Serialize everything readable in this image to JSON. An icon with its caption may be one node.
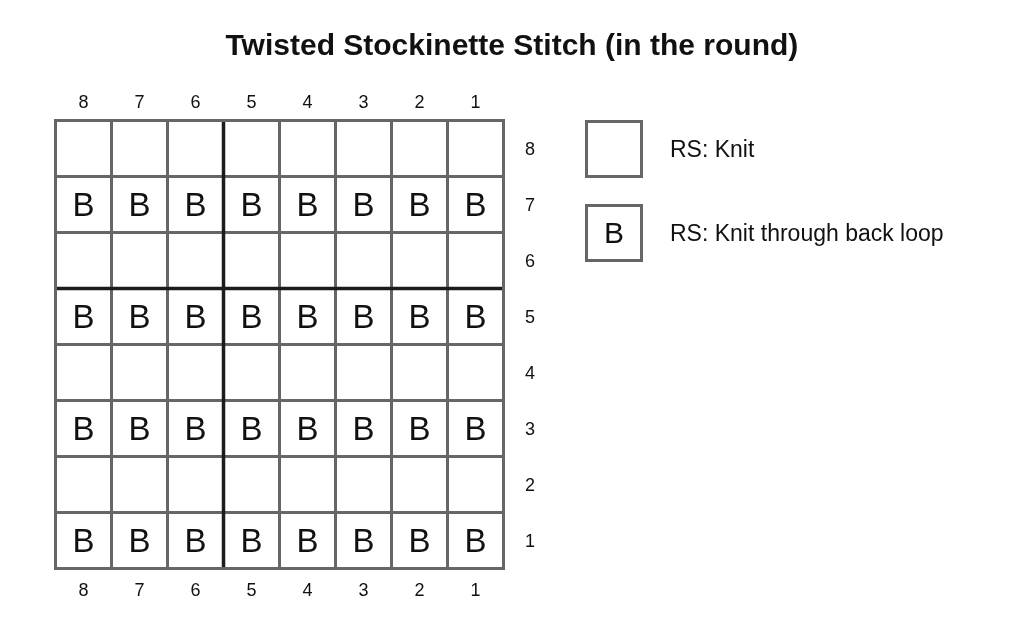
{
  "diagram": {
    "title": "Twisted Stockinette Stitch (in the round)",
    "labels": [
      "8",
      "7",
      "6",
      "5",
      "4",
      "3",
      "2",
      "1",
      "8",
      "B",
      "B",
      "B",
      "B",
      "B",
      "B",
      "B",
      "B",
      "7",
      "6",
      "B",
      "B",
      "B",
      "B",
      "B",
      "B",
      "B",
      "B",
      "5",
      "4",
      "B",
      "B",
      "B",
      "B",
      "B",
      "B",
      "B",
      "B",
      "3",
      "2",
      "B",
      "B",
      "B",
      "B",
      "B",
      "B",
      "B",
      "B",
      "1",
      "8",
      "7",
      "6",
      "5",
      "4",
      "3",
      "2",
      "1",
      "B"
    ],
    "legend": [
      {
        "text": "RS: Knit"
      },
      {
        "text": "RS: Knit through back loop"
      }
    ]
  }
}
